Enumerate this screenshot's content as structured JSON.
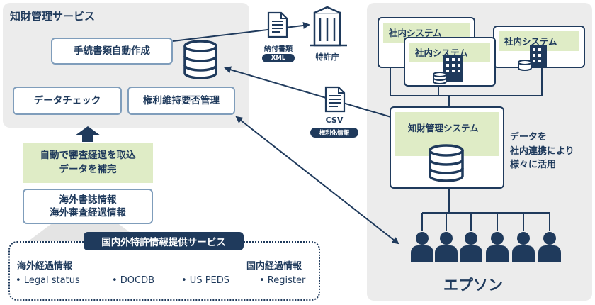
{
  "left_panel": {
    "title": "知財管理サービス",
    "box_auto_docs": "手続書類自動作成",
    "box_data_check": "データチェック",
    "box_rights_mgmt": "権利維持要否管理"
  },
  "green_note": {
    "line1": "自動で審査経過を取込",
    "line2": "データを補完"
  },
  "overseas_box": {
    "line1": "海外書誌情報",
    "line2": "海外審査経過情報"
  },
  "services": {
    "header": "国内外特許情報提供サービス",
    "overseas_label": "海外経過情報",
    "domestic_label": "国内経過情報",
    "items": [
      "• Legal status",
      "• DOCDB",
      "• US PEDS",
      "• Register"
    ]
  },
  "flows": {
    "payment_doc": "納付書類",
    "xml_tag": "XML",
    "patent_office": "特許庁",
    "csv_label": "CSV",
    "csv_tag": "権利化情報"
  },
  "right_panel": {
    "internal_system": "社内システム",
    "ip_system": "知財管理システム",
    "note_line1": "データを",
    "note_line2": "社内連携により",
    "note_line3": "様々に活用",
    "company": "エプソン"
  },
  "colors": {
    "navy": "#1f3a5c",
    "green": "#dfecc6",
    "panel": "#ececec",
    "border": "#7f9dbb"
  }
}
